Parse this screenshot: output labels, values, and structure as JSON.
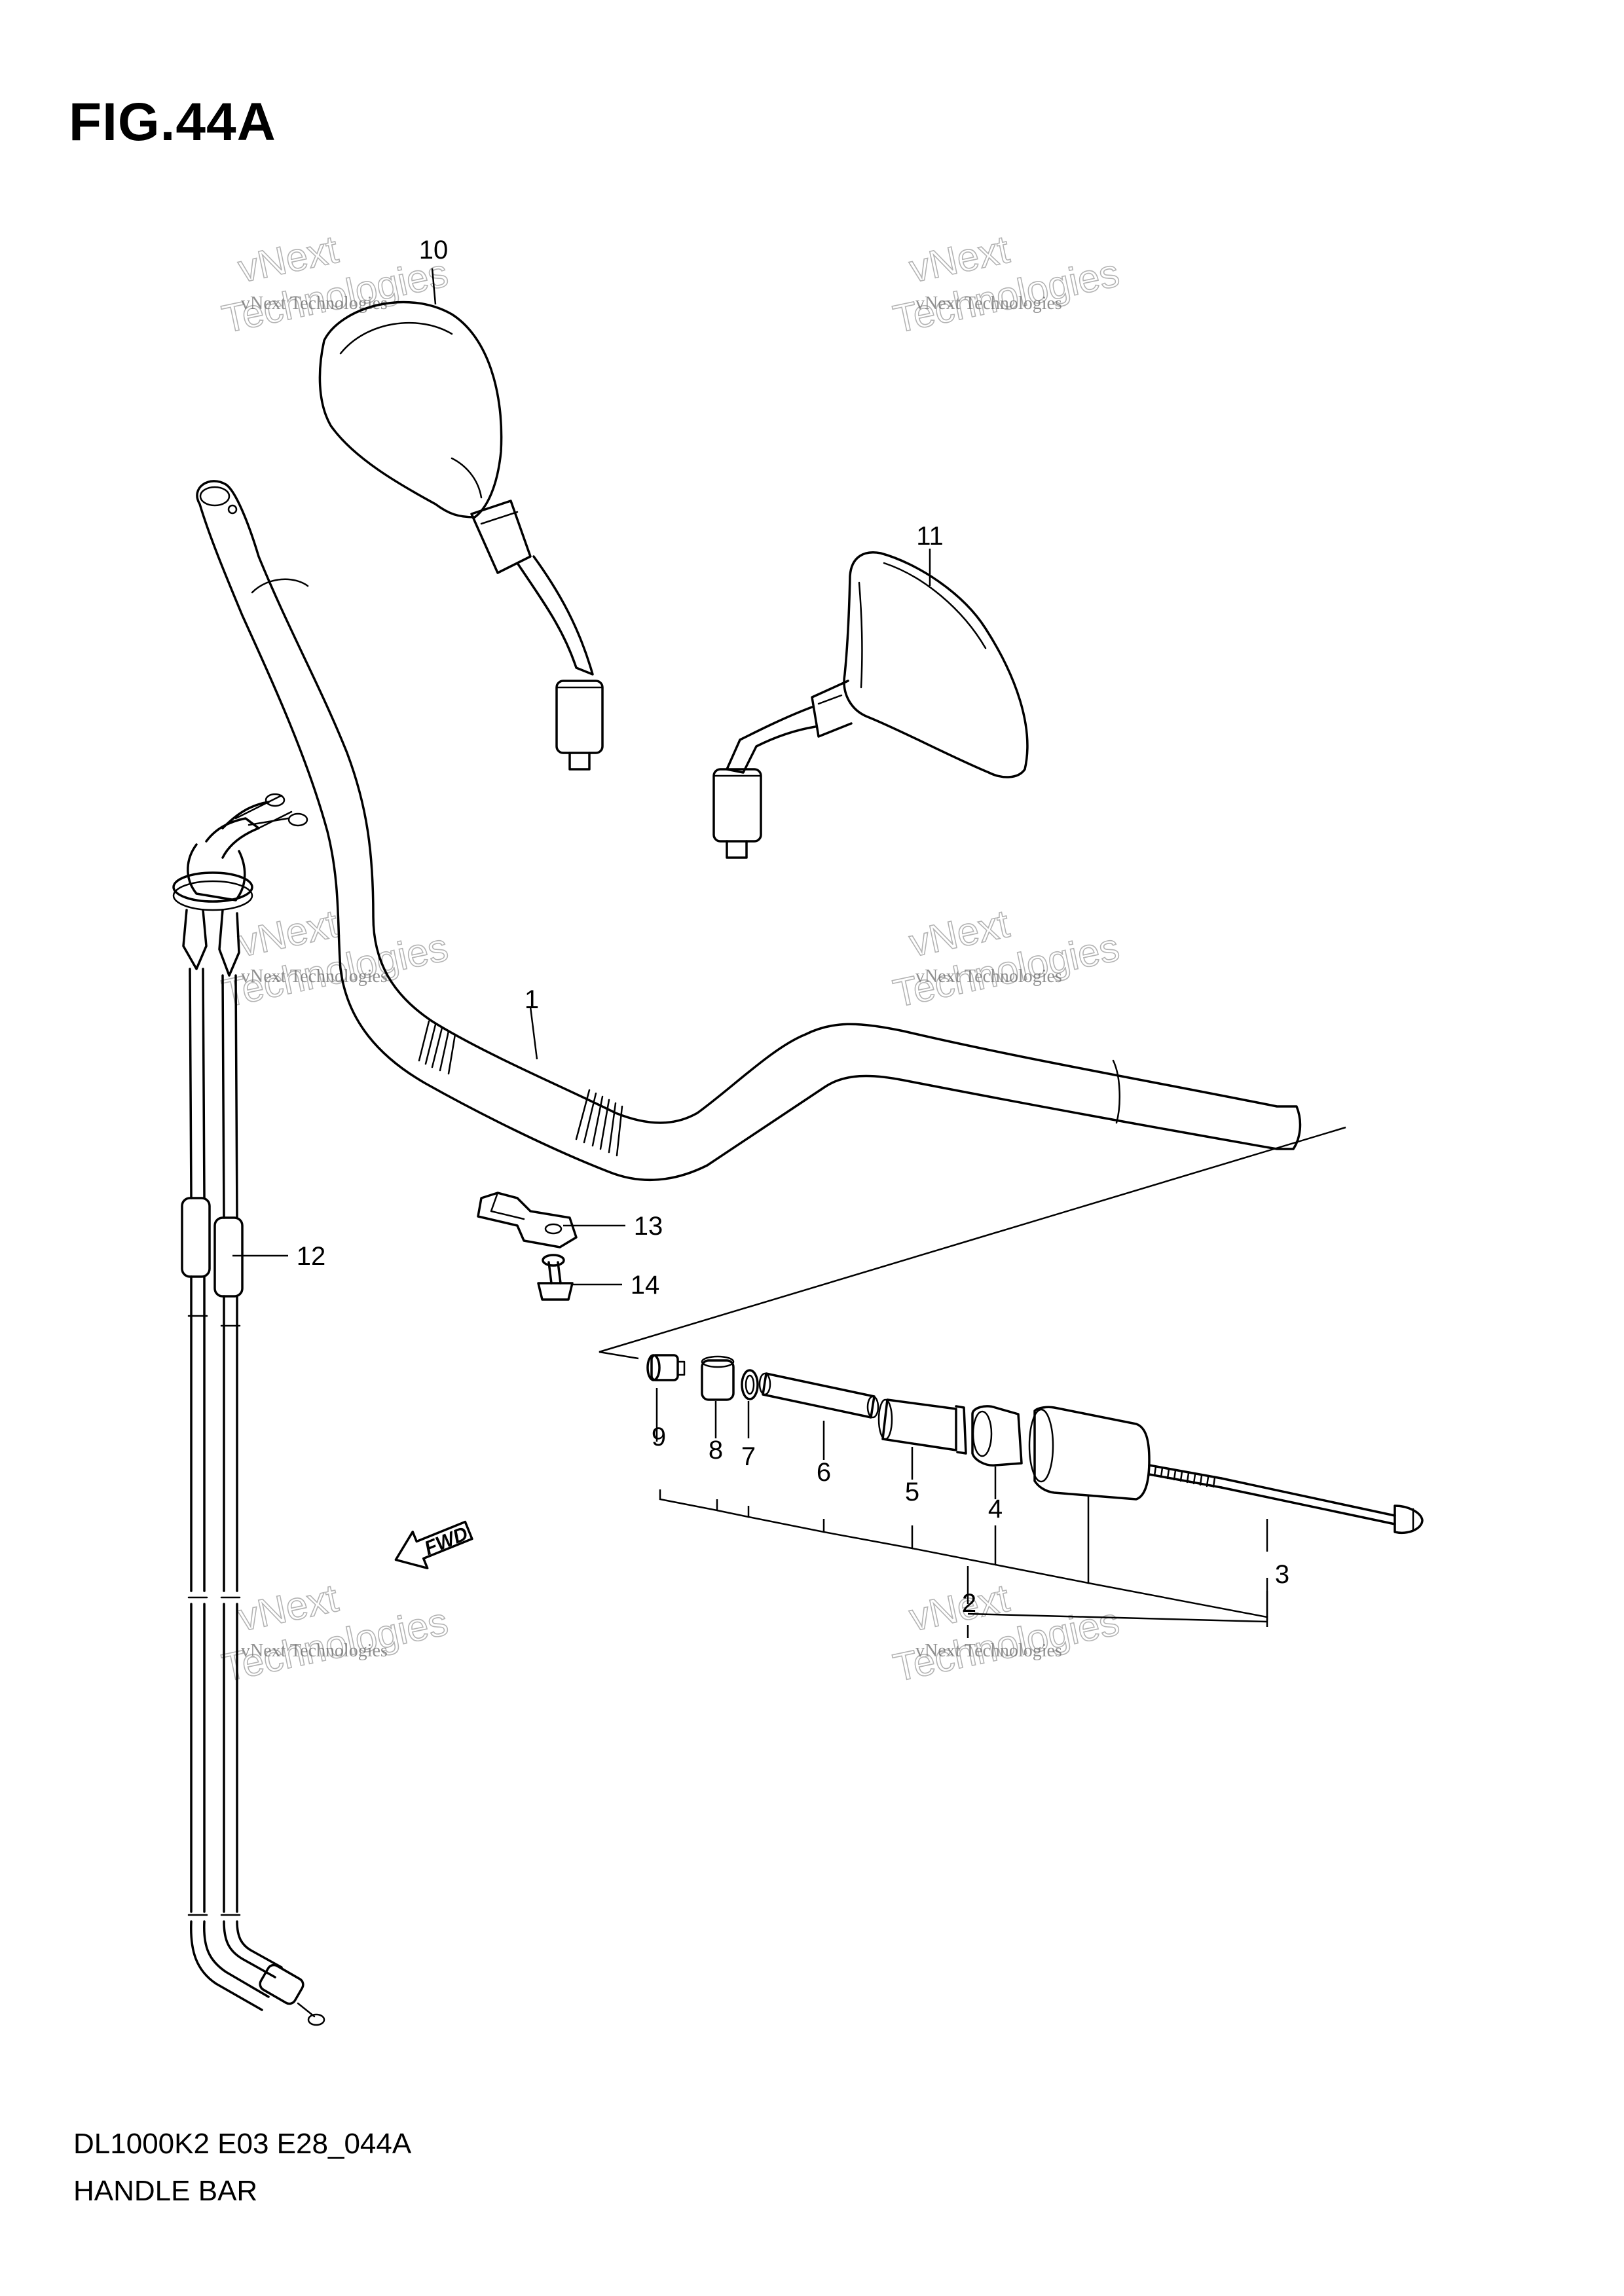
{
  "figure": {
    "title": "FIG.44A",
    "drawing_code": "DL1000K2 E03 E28_044A",
    "name": "HANDLE BAR"
  },
  "watermark": {
    "line1": "vNext Technologies",
    "line2": "vNext",
    "line3": "Technologies"
  },
  "callouts": [
    "1",
    "2",
    "3",
    "4",
    "5",
    "6",
    "7",
    "8",
    "9",
    "10",
    "11",
    "12",
    "13",
    "14"
  ],
  "direction_arrow": "FWD"
}
